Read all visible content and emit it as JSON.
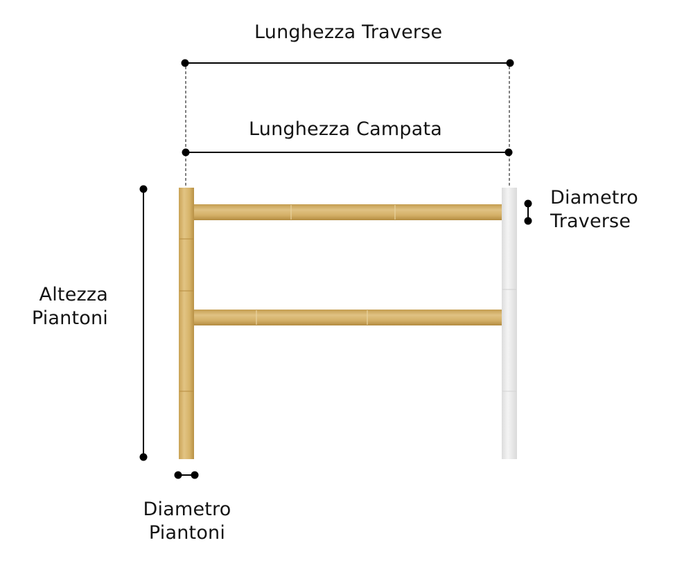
{
  "diagram": {
    "title": "Fence dimension diagram",
    "labels": {
      "rail_length": "Lunghezza Traverse",
      "span_length": "Lunghezza Campata",
      "rail_diameter_line1": "Diametro",
      "rail_diameter_line2": "Traverse",
      "post_height_line1": "Altezza",
      "post_height_line2": "Piantoni",
      "post_diameter_line1": "Diametro",
      "post_diameter_line2": "Piantoni"
    },
    "colors": {
      "wood_post": "#d7b46a",
      "wood_rail": "#d2ae64",
      "ghost_post": "#ececec",
      "dimension_line": "#000000"
    }
  }
}
